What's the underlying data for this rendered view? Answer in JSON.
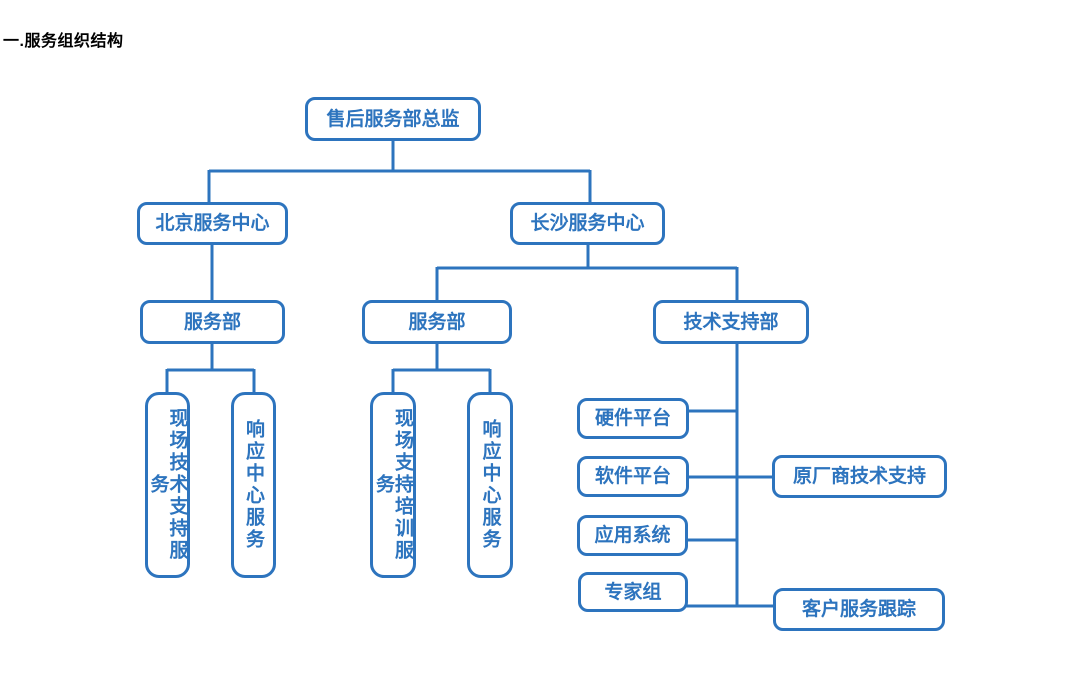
{
  "title": "一.服务组织结构",
  "colors": {
    "accent": "#2D74BE",
    "title_text": "#000000",
    "node_fill": "#FFFFFF"
  },
  "org": {
    "director": {
      "label": "售后服务部总监"
    },
    "centers": [
      {
        "label": "北京服务中心"
      },
      {
        "label": "长沙服务中心"
      }
    ],
    "departments": [
      {
        "label": "服务部"
      },
      {
        "label": "服务部"
      },
      {
        "label": "技术支持部"
      }
    ],
    "beijing_services": [
      {
        "label": "现场技术支持服务"
      },
      {
        "label": "响应中心服务"
      }
    ],
    "changsha_services": [
      {
        "label": "现场支持培训服务"
      },
      {
        "label": "响应中心服务"
      }
    ],
    "tech_support_groups": [
      {
        "label": "硬件平台"
      },
      {
        "label": "软件平台"
      },
      {
        "label": "应用系统"
      },
      {
        "label": "专家组"
      }
    ],
    "partner_links": [
      {
        "label": "原厂商技术支持"
      },
      {
        "label": "客户服务跟踪"
      }
    ]
  }
}
